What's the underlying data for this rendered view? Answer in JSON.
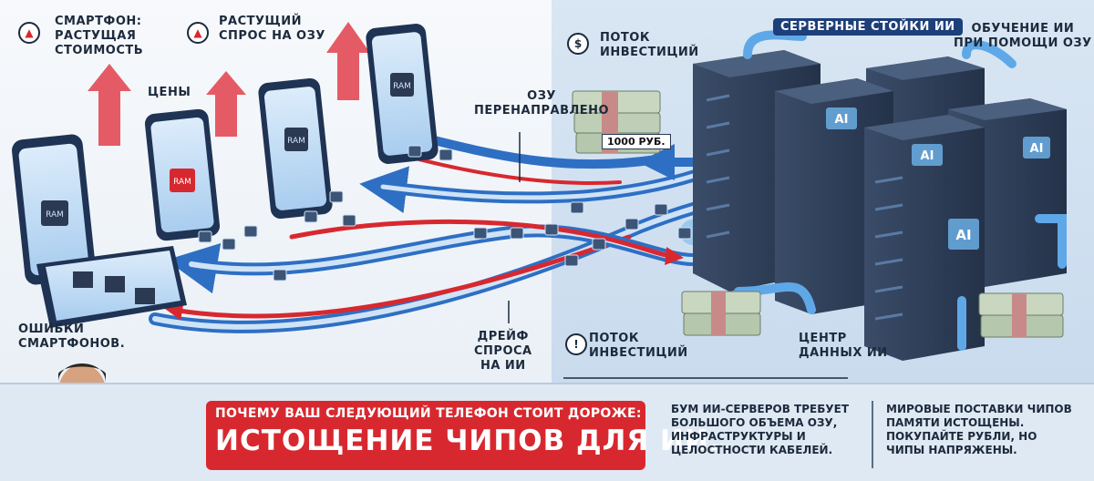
{
  "labels": {
    "smartphone_cost": [
      "СМАРТФОН:",
      "РАСТУЩАЯ",
      "СТОИМОСТЬ"
    ],
    "rising_demand": [
      "РАСТУЩИЙ",
      "СПРОС НА ОЗУ"
    ],
    "prices": "ЦЕНЫ",
    "ram_redirected": [
      "ОЗУ",
      "ПЕРЕНАПРАВЛЕНО"
    ],
    "phone_errors": [
      "ОШИБКИ",
      "СМАРТФОНОВ."
    ],
    "demand_drift": [
      "ДРЕЙФ",
      "СПРОСА",
      "НА ИИ"
    ],
    "investment_top": [
      "ПОТОК",
      "ИНВЕСТИЦИЙ"
    ],
    "server_racks": "СЕРВЕРНЫЕ СТОЙКИ ИИ",
    "ai_training": [
      "ОБУЧЕНИЕ ИИ",
      "ПРИ ПОМОЩИ ОЗУ"
    ],
    "money_tag": "1000 РУБ.",
    "investment_bottom": [
      "ПОТОК",
      "ИНВЕСТИЦИЙ"
    ],
    "data_center": [
      "ЦЕНТР",
      "ДАННЫХ ИИ"
    ],
    "ram_chip": "RAM",
    "ai_mark": "AI"
  },
  "headline": {
    "top": "ПОЧЕМУ ВАШ СЛЕДУЮЩИЙ ТЕЛЕФОН СТОИТ ДОРОЖЕ:",
    "main": "ИСТОЩЕНИЕ ЧИПОВ ДЛЯ ИИ."
  },
  "notes": {
    "left": [
      "БУМ ИИ-СЕРВЕРОВ ТРЕБУЕТ",
      "БОЛЬШОГО ОБЪЕМА ОЗУ,",
      "ИНФРАСТРУКТУРЫ И",
      "ЦЕЛОСТНОСТИ КАБЕЛЕЙ."
    ],
    "right": [
      "МИРОВЫЕ ПОСТАВКИ ЧИПОВ",
      "ПАМЯТИ ИСТОЩЕНЫ.",
      "ПОКУПАЙТЕ РУБЛИ, НО",
      "ЧИПЫ НАПРЯЖЕНЫ."
    ]
  },
  "colors": {
    "accent_red": "#d8282f",
    "flow_blue": "#2e6fc4",
    "dark_navy": "#1d3f7a",
    "server_dark": "#2b3a52"
  },
  "icons": [
    "up-arrow-badge-icon",
    "coins-icon",
    "info-badge-icon",
    "sparkle-icon"
  ]
}
